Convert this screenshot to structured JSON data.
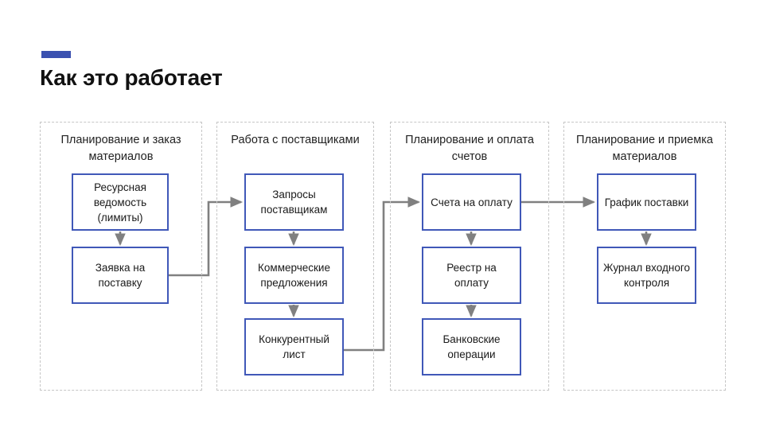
{
  "slide": {
    "title": "Как это работает",
    "accent_color": "#3b51b0",
    "box_border_color": "#4058b8",
    "connector_color": "#808080",
    "group_border_color": "#c6c6c6",
    "background": "#ffffff"
  },
  "groups": [
    {
      "id": "planning-and-ordering",
      "title": "Планирование и заказ материалов",
      "boxes": [
        {
          "id": "resource-sheet",
          "label": "Ресурсная ведомость (лимиты)"
        },
        {
          "id": "supply-request",
          "label": "Заявка на поставку"
        }
      ]
    },
    {
      "id": "work-with-suppliers",
      "title": "Работа с поставщиками",
      "boxes": [
        {
          "id": "supplier-requests",
          "label": "Запросы поставщикам"
        },
        {
          "id": "commercial-offers",
          "label": "Коммерческие предложения"
        },
        {
          "id": "competitive-list",
          "label": "Конкурентный лист"
        }
      ]
    },
    {
      "id": "planning-and-payment",
      "title": "Планирование и оплата счетов",
      "boxes": [
        {
          "id": "invoices",
          "label": "Счета на оплату"
        },
        {
          "id": "payment-registry",
          "label": "Реестр на оплату"
        },
        {
          "id": "bank-operations",
          "label": "Банковские операции"
        }
      ]
    },
    {
      "id": "planning-and-acceptance",
      "title": "Планирование и приемка материалов",
      "boxes": [
        {
          "id": "delivery-schedule",
          "label": "График поставки"
        },
        {
          "id": "inspection-log",
          "label": "Журнал входного контроля"
        }
      ]
    }
  ],
  "connectors": [
    {
      "id": "resource-sheet-to-supply-request",
      "from": "resource-sheet",
      "to": "supply-request",
      "kind": "vertical-arrow"
    },
    {
      "id": "supply-request-to-supplier-requests",
      "from": "supply-request",
      "to": "supplier-requests",
      "kind": "elbow-up-right"
    },
    {
      "id": "supplier-requests-to-commercial-offers",
      "from": "supplier-requests",
      "to": "commercial-offers",
      "kind": "vertical-arrow"
    },
    {
      "id": "commercial-offers-to-competitive-list",
      "from": "commercial-offers",
      "to": "competitive-list",
      "kind": "vertical-arrow"
    },
    {
      "id": "competitive-list-to-invoices",
      "from": "competitive-list",
      "to": "invoices",
      "kind": "elbow-up-right"
    },
    {
      "id": "invoices-to-payment-registry",
      "from": "invoices",
      "to": "payment-registry",
      "kind": "vertical-arrow"
    },
    {
      "id": "payment-registry-to-bank-operations",
      "from": "payment-registry",
      "to": "bank-operations",
      "kind": "vertical-arrow"
    },
    {
      "id": "invoices-to-delivery-schedule",
      "from": "invoices",
      "to": "delivery-schedule",
      "kind": "horizontal-arrow"
    },
    {
      "id": "delivery-schedule-to-inspection-log",
      "from": "delivery-schedule",
      "to": "inspection-log",
      "kind": "vertical-arrow"
    }
  ]
}
